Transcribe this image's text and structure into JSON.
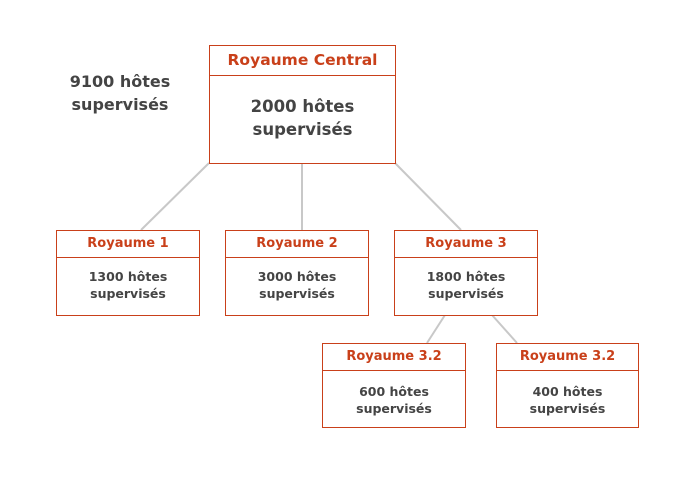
{
  "total": {
    "line1": "9100 hôtes",
    "line2": "supervisés"
  },
  "colors": {
    "accent": "#c9401a",
    "text": "#444444",
    "connector": "#c8c8c8"
  },
  "nodes": {
    "central": {
      "title": "Royaume Central",
      "line1": "2000 hôtes",
      "line2": "supervisés"
    },
    "r1": {
      "title": "Royaume 1",
      "line1": "1300 hôtes",
      "line2": "supervisés"
    },
    "r2": {
      "title": "Royaume 2",
      "line1": "3000 hôtes",
      "line2": "supervisés"
    },
    "r3": {
      "title": "Royaume 3",
      "line1": "1800 hôtes",
      "line2": "supervisés"
    },
    "r32a": {
      "title": "Royaume 3.2",
      "line1": "600 hôtes",
      "line2": "supervisés"
    },
    "r32b": {
      "title": "Royaume 3.2",
      "line1": "400 hôtes",
      "line2": "supervisés"
    }
  }
}
